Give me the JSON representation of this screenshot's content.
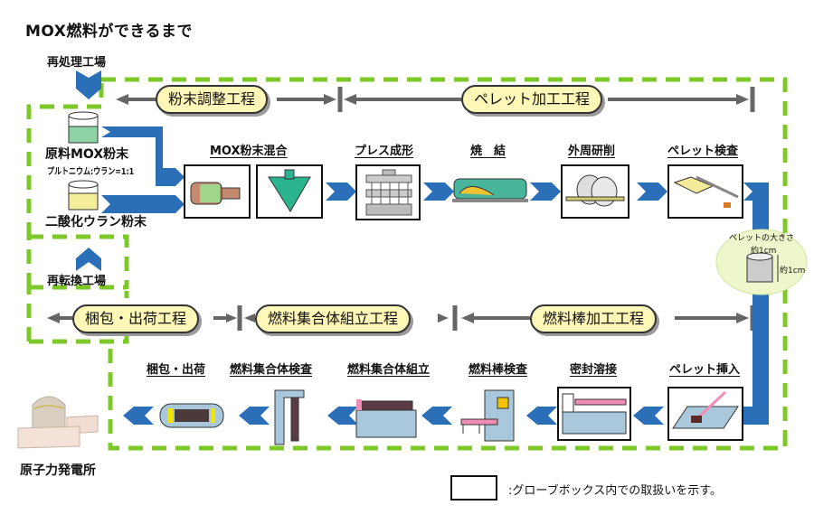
{
  "title": "MOX燃料ができるまで",
  "plants": {
    "reprocessing": "再処理工場",
    "reconversion": "再転換工場",
    "power_plant": "原子力発電所"
  },
  "powders": {
    "mox": {
      "label": "原料MOX粉末",
      "ratio": "プルトニウム:ウラン=1:1"
    },
    "uo2": {
      "label": "二酸化ウラン粉末"
    }
  },
  "stages": {
    "powder_adjust": "粉末調整工程",
    "pellet_processing": "ペレット加工工程",
    "packing_shipping": "梱包・出荷工程",
    "assembly": "燃料集合体組立工程",
    "rod_processing": "燃料棒加工工程"
  },
  "top_steps": [
    {
      "label": "MOX粉末混合"
    },
    {
      "label": "プレス成形"
    },
    {
      "label": "焼　結"
    },
    {
      "label": "外周研削"
    },
    {
      "label": "ペレット検査"
    }
  ],
  "bottom_steps": [
    {
      "label": "梱包・出荷"
    },
    {
      "label": "燃料集合体検査"
    },
    {
      "label": "燃料集合体組立"
    },
    {
      "label": "燃料棒検査"
    },
    {
      "label": "密封溶接"
    },
    {
      "label": "ペレット挿入"
    }
  ],
  "pellet_size": {
    "title": "ペレットの大きさ",
    "width": "約1cm",
    "height": "約1cm"
  },
  "legend": {
    "text": ":グローブボックス内での取扱いを示す。"
  },
  "colors": {
    "flow_arrow": "#2a6fb8",
    "glovebox_dash": "#7dc92a",
    "pill_fill": "#fdf7b8",
    "stage_arrow": "#666666"
  }
}
